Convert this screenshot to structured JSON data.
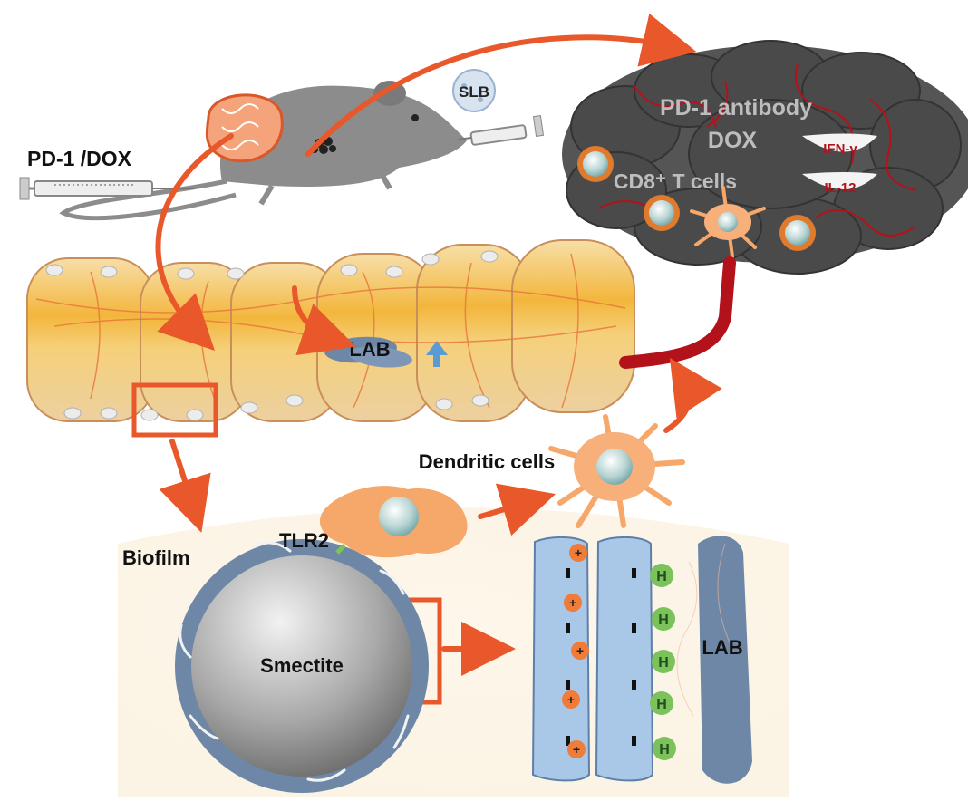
{
  "labels": {
    "pd1_dox": "PD-1 /DOX",
    "slb": "SLB",
    "pd1_antibody": "PD-1 antibody",
    "dox": "DOX",
    "cd8": "CD8⁺ T cells",
    "ifn": "IFN-γ",
    "il12": "IL-12",
    "lab_gut": "LAB",
    "dendritic": "Dendritic cells",
    "tlr2": "TLR2",
    "biofilm": "Biofilm",
    "smectite": "Smectite",
    "lab_detail": "LAB"
  },
  "layers": {
    "plus_sign": "+",
    "h_sign": "H"
  },
  "colors": {
    "arrow": "#e8582a",
    "tumor": "#4a4a4a",
    "mouse": "#8c8c8c",
    "intestine": "#f2d39a",
    "smectite_layer": "#a9c7e6",
    "lab_bacteria": "#6e87a6",
    "cation": "#f07c3a",
    "hydrogen": "#7cc25a",
    "dendritic_cell": "#f6a76a"
  },
  "icons": [
    "syringe-icon",
    "mouse-icon",
    "tumor-icon",
    "dendritic-cell-icon",
    "t-cell-icon",
    "up-arrow-icon",
    "blood-vessel-icon"
  ]
}
